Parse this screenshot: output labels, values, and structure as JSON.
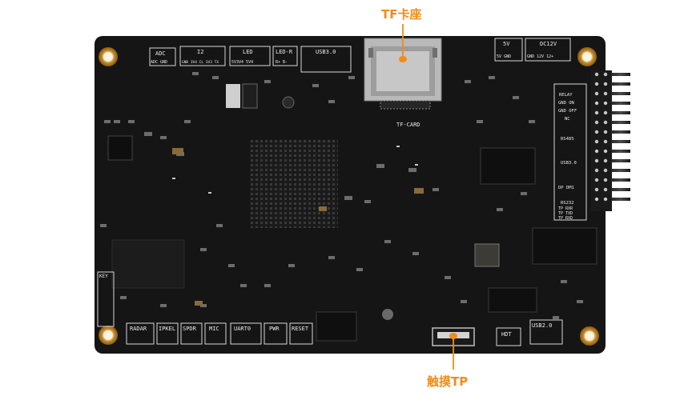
{
  "callouts": {
    "tf_card": "TF卡座",
    "touch_tp": "触摸TP"
  },
  "silkscreen": {
    "adc": "ADC",
    "adc_sub": "ADC GND",
    "i2": "I2",
    "i2_sub": "GND 3V4 CL 3V3 TX",
    "led": "LED",
    "led_sub": "5V3V4 5V4",
    "led_r": "LED-R",
    "led_r_sub": "R+ B-",
    "usb30": "USB3.0",
    "tf_card": "TF-CARD",
    "v5": "5V",
    "v5_sub": "5V GND",
    "dc12v": "DC12V",
    "dc12v_sub": "GND 12V 12+",
    "relay": "RELAY",
    "gnd_on": "GND ON",
    "gnd_off": "GND OFF",
    "nc": "NC",
    "rs485": "RS485",
    "usb30_b": "USB3.0",
    "dm1": "DP DM1",
    "rs232": "RS232",
    "tp_rxr": "TP RXR",
    "tp_txd": "TP TXD",
    "tp_rxd": "TP RXD",
    "key": "KEY",
    "radar": "RADAR",
    "ipkel": "IPKEL",
    "spdr": "SPDR",
    "mic": "MIC",
    "uart0": "UART0",
    "pwr": "PWR",
    "reset": "RESET",
    "hdt": "HDT",
    "usb20": "USB2.0"
  },
  "colors": {
    "board": "#141414",
    "accent": "#f28c16",
    "silk": "#e9e9e9",
    "hole_ring": "#d6a44a",
    "header_pins": "#1f1f1f"
  }
}
